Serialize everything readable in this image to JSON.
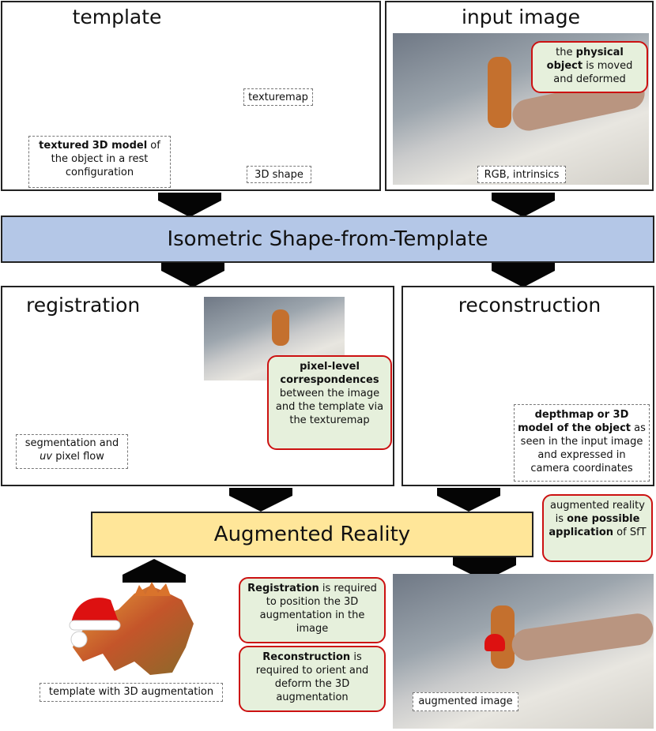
{
  "template": {
    "title": "template",
    "model_caption_b1": "textured",
    "model_caption_b2": "3D model",
    "model_caption_rest": "of the object in a rest configuration",
    "texturemap_label": "texturemap",
    "shape_label": "3D shape"
  },
  "input": {
    "title": "input image",
    "callout_pre": "the",
    "callout_bold": "physical object",
    "callout_post": "is moved and deformed",
    "caption": "RGB, intrinsics"
  },
  "sft_band": "Isometric Shape-from-Template",
  "registration": {
    "title": "registration",
    "caption_line1": "segmentation and",
    "caption_uv": "uv",
    "caption_line2": "pixel flow",
    "callout_bold": "pixel-level correspondences",
    "callout_rest": "between the image and the template via the texturemap"
  },
  "reconstruction": {
    "title": "reconstruction",
    "caption_bold": "depthmap or 3D model of the object",
    "caption_rest": "as seen in the input image and expressed in camera coordinates"
  },
  "ar": {
    "band": "Augmented Reality",
    "callout_pre": "augmented reality is",
    "callout_bold": "one possible application",
    "callout_post": "of SfT",
    "template_caption": "template with 3D augmentation",
    "registration_bold": "Registration",
    "registration_rest": "is required to position the 3D augmentation in the image",
    "reconstruction_bold": "Reconstruction",
    "reconstruction_rest": "is required to orient and deform the 3D augmentation",
    "augmented_caption": "augmented image"
  },
  "colors": {
    "sft_band": "#b4c7e7",
    "ar_band": "#ffe699",
    "callout_fill": "#e6f0dc",
    "callout_border": "#cc1111"
  }
}
